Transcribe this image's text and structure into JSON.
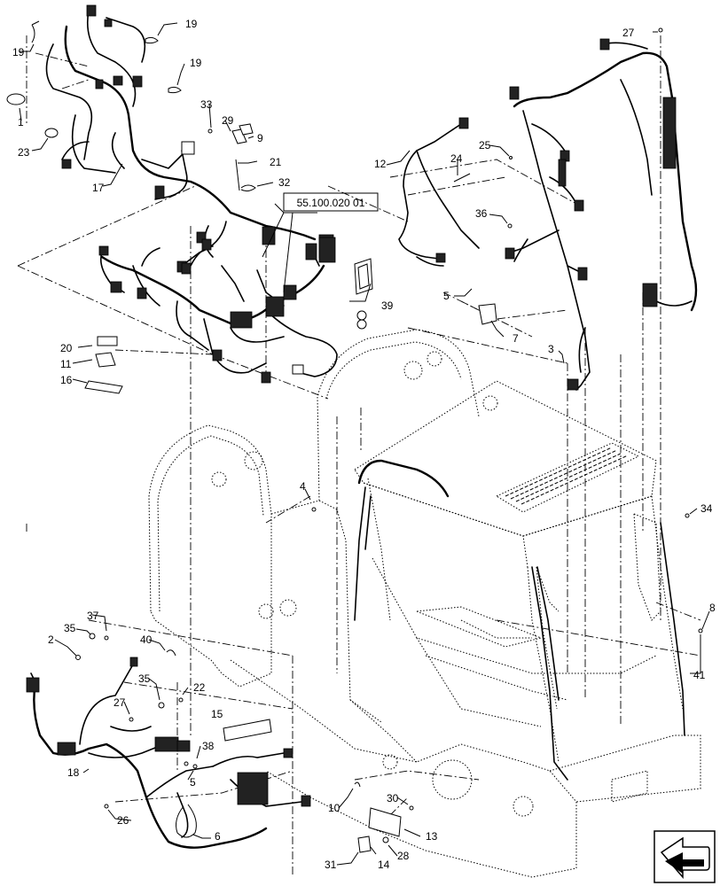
{
  "diagram": {
    "reference_box": "55.100.020 01",
    "callouts": [
      {
        "id": "c19a",
        "text": "19"
      },
      {
        "id": "c19b",
        "text": "19"
      },
      {
        "id": "c19c",
        "text": "19"
      },
      {
        "id": "c1",
        "text": "1"
      },
      {
        "id": "c23",
        "text": "23"
      },
      {
        "id": "c17",
        "text": "17"
      },
      {
        "id": "c33",
        "text": "33"
      },
      {
        "id": "c29",
        "text": "29"
      },
      {
        "id": "c9",
        "text": "9"
      },
      {
        "id": "c21",
        "text": "21"
      },
      {
        "id": "c32",
        "text": "32"
      },
      {
        "id": "c27a",
        "text": "27"
      },
      {
        "id": "c12",
        "text": "12"
      },
      {
        "id": "c24",
        "text": "24"
      },
      {
        "id": "c25",
        "text": "25"
      },
      {
        "id": "c36",
        "text": "36"
      },
      {
        "id": "c39",
        "text": "39"
      },
      {
        "id": "c5a",
        "text": "5"
      },
      {
        "id": "c7",
        "text": "7"
      },
      {
        "id": "c3",
        "text": "3"
      },
      {
        "id": "c20",
        "text": "20"
      },
      {
        "id": "c11",
        "text": "11"
      },
      {
        "id": "c16",
        "text": "16"
      },
      {
        "id": "c4",
        "text": "4"
      },
      {
        "id": "c34",
        "text": "34"
      },
      {
        "id": "c37",
        "text": "37"
      },
      {
        "id": "c35a",
        "text": "35"
      },
      {
        "id": "c2",
        "text": "2"
      },
      {
        "id": "c40",
        "text": "40"
      },
      {
        "id": "c8",
        "text": "8"
      },
      {
        "id": "c41",
        "text": "41"
      },
      {
        "id": "c35b",
        "text": "35"
      },
      {
        "id": "c22",
        "text": "22"
      },
      {
        "id": "c27b",
        "text": "27"
      },
      {
        "id": "c15",
        "text": "15"
      },
      {
        "id": "c38",
        "text": "38"
      },
      {
        "id": "c18",
        "text": "18"
      },
      {
        "id": "c5b",
        "text": "5"
      },
      {
        "id": "c26",
        "text": "26"
      },
      {
        "id": "c6",
        "text": "6"
      },
      {
        "id": "c10",
        "text": "10"
      },
      {
        "id": "c30",
        "text": "30"
      },
      {
        "id": "c13",
        "text": "13"
      },
      {
        "id": "c31",
        "text": "31"
      },
      {
        "id": "c14",
        "text": "14"
      },
      {
        "id": "c28",
        "text": "28"
      }
    ]
  }
}
